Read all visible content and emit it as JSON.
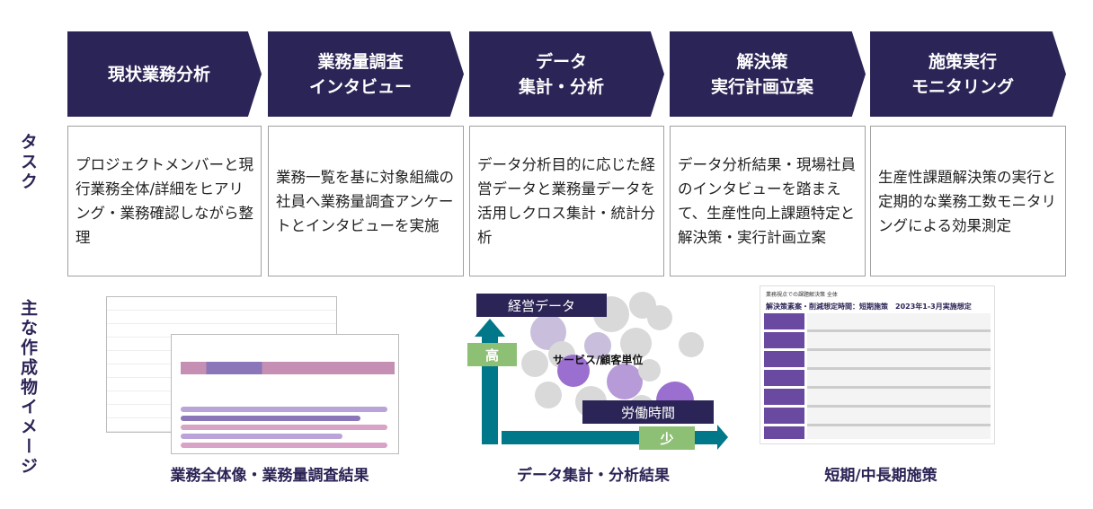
{
  "steps": [
    {
      "title": "現状業務分析",
      "task": "プロジェクトメンバーと現行業務全体/詳細をヒアリング・業務確認しながら整理"
    },
    {
      "title": "業務量調査\nインタビュー",
      "task": "業務一覧を基に対象組織の社員へ業務量調査アンケートとインタビューを実施"
    },
    {
      "title": "データ\n集計・分析",
      "task": "データ分析目的に応じた経営データと業務量データを活用しクロス集計・統計分析"
    },
    {
      "title": "解決策\n実行計画立案",
      "task": "データ分析結果・現場社員のインタビューを踏まえて、生産性向上課題特定と解決策・実行計画立案"
    },
    {
      "title": "施策実行\nモニタリング",
      "task": "生産性課題解決策の実行と定期的な業務工数モニタリングによる効果測定"
    }
  ],
  "labels": {
    "task": "タスク",
    "deliverables": "主な作成物イメージ"
  },
  "captions": [
    "業務全体像・業務量調査結果",
    "データ集計・分析結果",
    "短期/中長期施策"
  ],
  "chart": {
    "y_label": "経営データ",
    "y_high": "高",
    "x_label": "労働時間",
    "x_low": "少",
    "center": "サービス/顧客単位"
  },
  "plan_doc": {
    "header": "業務視点での課題解決策 全体",
    "title": "解決策素案・削減想定時間：短期施策　2023年1-3月実施想定"
  },
  "colors": {
    "navy": "#2b2456",
    "teal": "#00788a",
    "green": "#8dbf75",
    "purple": "#9b6fcf"
  }
}
